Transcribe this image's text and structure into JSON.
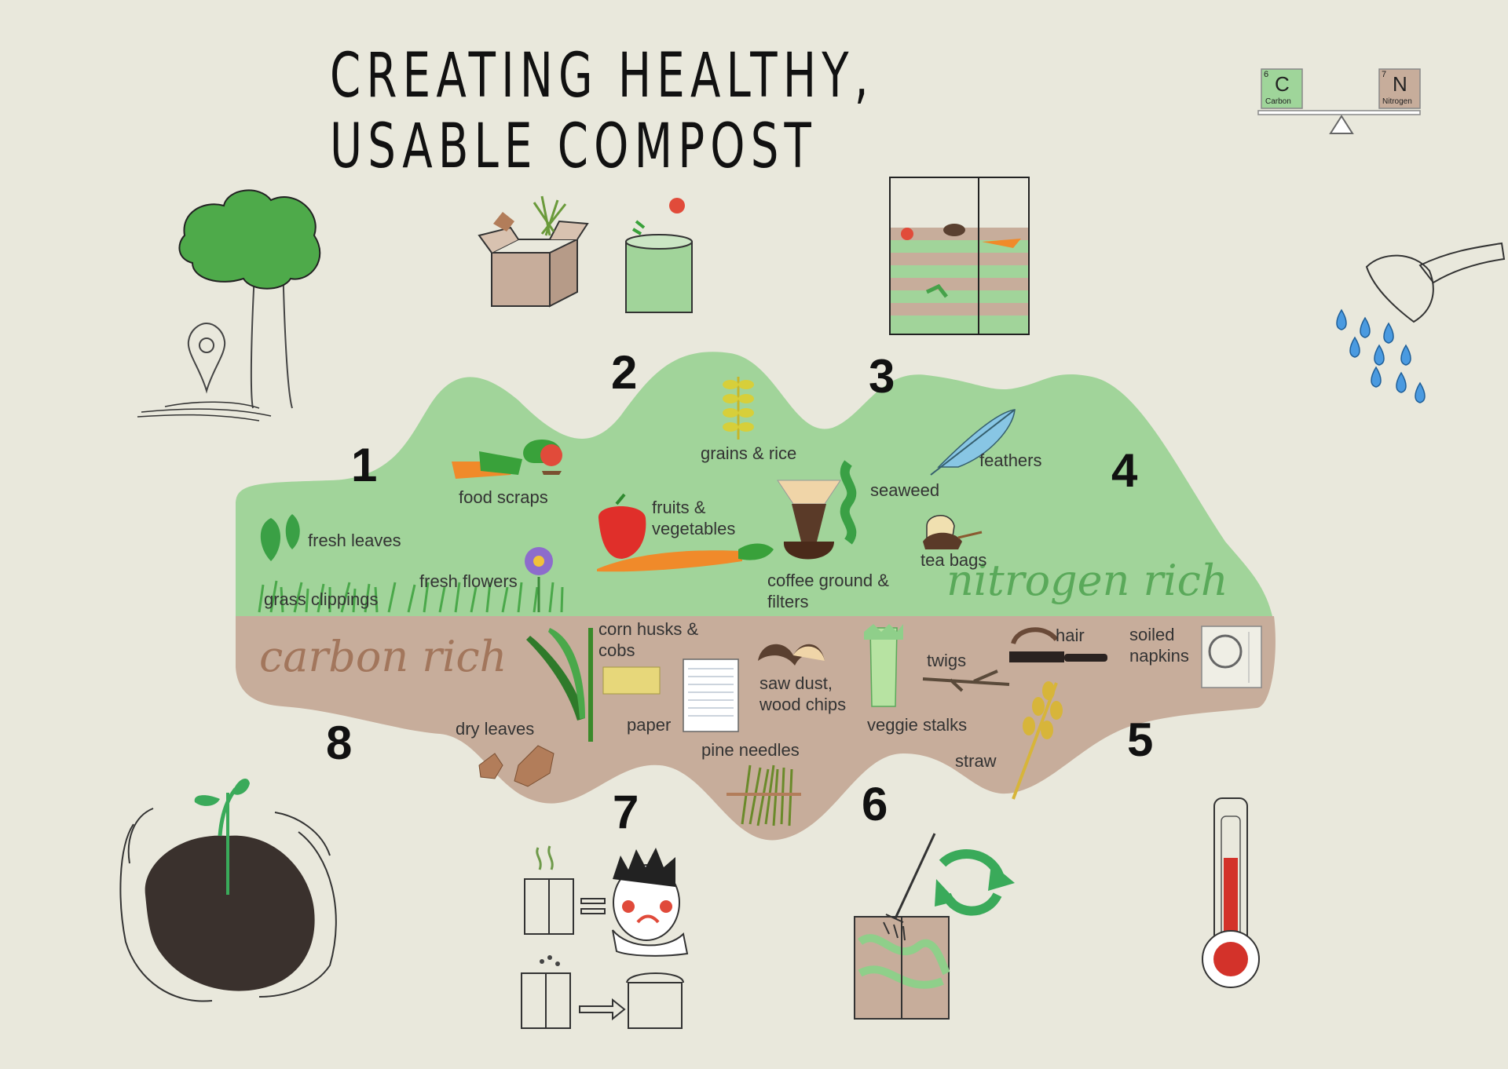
{
  "title": "CREATING HEALTHY, USABLE COMPOST",
  "element_carbon": {
    "number": "6",
    "symbol": "C",
    "name": "Carbon",
    "color": "#9fd59a"
  },
  "element_nitrogen": {
    "number": "7",
    "symbol": "N",
    "name": "Nitrogen",
    "color": "#c7ad9b"
  },
  "colors": {
    "nitrogen_zone": "#a1d49a",
    "carbon_zone": "#c7ad9b",
    "nitrogen_text": "#5aa95a",
    "carbon_text": "#a2765c",
    "background": "#e9e8dc"
  },
  "steps": [
    "1",
    "2",
    "3",
    "4",
    "5",
    "6",
    "7",
    "8"
  ],
  "step_icons": {
    "1": "tree-location-icon",
    "2": "box-and-bin-icon",
    "3": "layered-bin-icon",
    "4": "shower-water-icon",
    "5": "thermometer-icon",
    "6": "turning-fork-icon",
    "7": "smelly-bin-icon",
    "8": "hands-holding-soil-icon"
  },
  "nitrogen": {
    "heading": "nitrogen rich",
    "items": [
      "fresh leaves",
      "grass clippings",
      "fresh flowers",
      "food scraps",
      "fruits & vegetables",
      "grains & rice",
      "coffee ground & filters",
      "seaweed",
      "feathers",
      "tea bags"
    ]
  },
  "carbon": {
    "heading": "carbon rich",
    "items": [
      "dry leaves",
      "corn husks & cobs",
      "paper",
      "pine needles",
      "saw dust, wood chips",
      "veggie stalks",
      "twigs",
      "straw",
      "hair",
      "soiled napkins"
    ]
  }
}
